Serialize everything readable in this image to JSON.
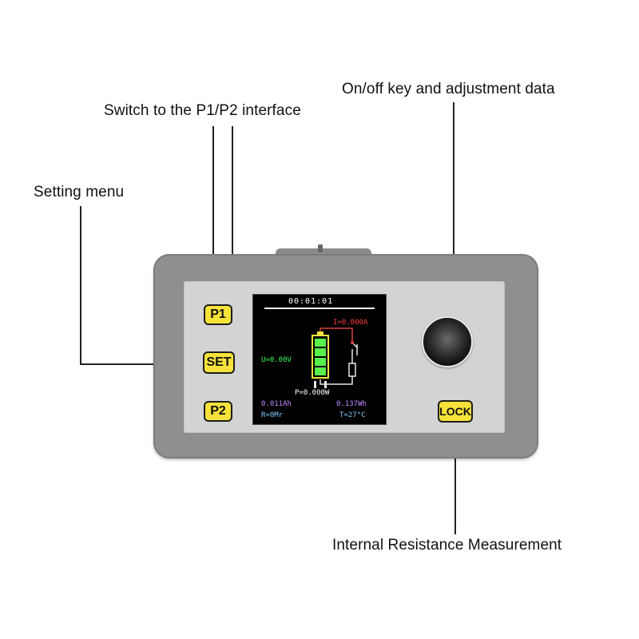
{
  "callouts": {
    "p1p2": "Switch to the P1/P2 interface",
    "set": "Setting menu",
    "knob": "On/off key and adjustment data",
    "lock": "Internal Resistance Measurement"
  },
  "keys": {
    "p1": "P1",
    "set": "SET",
    "p2": "P2",
    "lock": "LOCK"
  },
  "screen": {
    "time": "00:01:01",
    "current": "I=0.000A",
    "voltage": "U=0.00V",
    "power": "P=0.000W",
    "capacity_ah": "0.011Ah",
    "energy_wh": "0.137Wh",
    "resistance": "R=0Mr",
    "temperature": "T=27°C"
  },
  "colors": {
    "key_fill": "#f6e23a",
    "case": "#8f8f8f",
    "current_text": "#ff3d3d",
    "voltage_text": "#3dff5a",
    "energy_text": "#c38bff",
    "status_text": "#7fc8ff"
  }
}
